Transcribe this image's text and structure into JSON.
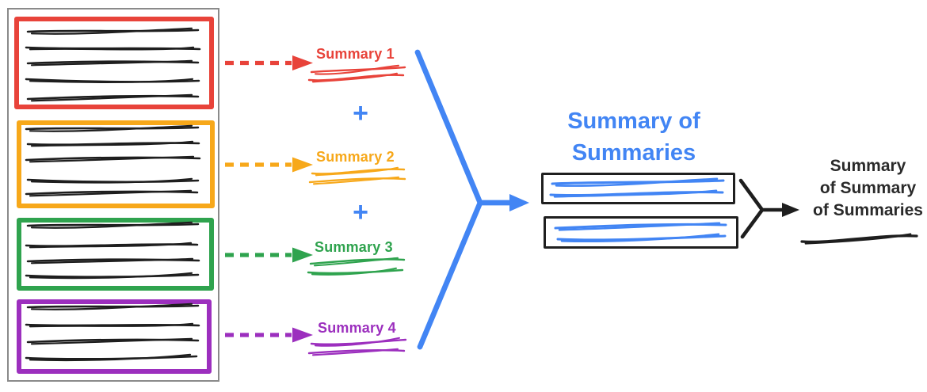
{
  "labels": {
    "summary1": "Summary 1",
    "summary2": "Summary 2",
    "summary3": "Summary 3",
    "summary4": "Summary 4",
    "plus1": "+",
    "plus2": "+",
    "sos_line1": "Summary of",
    "sos_line2": "Summaries",
    "final_line1": "Summary",
    "final_line2": "of Summary",
    "final_line3": "of Summaries"
  },
  "colors": {
    "red": "#E8433A",
    "orange": "#F7A81A",
    "green": "#2FA34E",
    "purple": "#9C2FBE",
    "blue": "#4285F4",
    "ink": "#1E1E1E",
    "frame": "#8A8A8A"
  }
}
